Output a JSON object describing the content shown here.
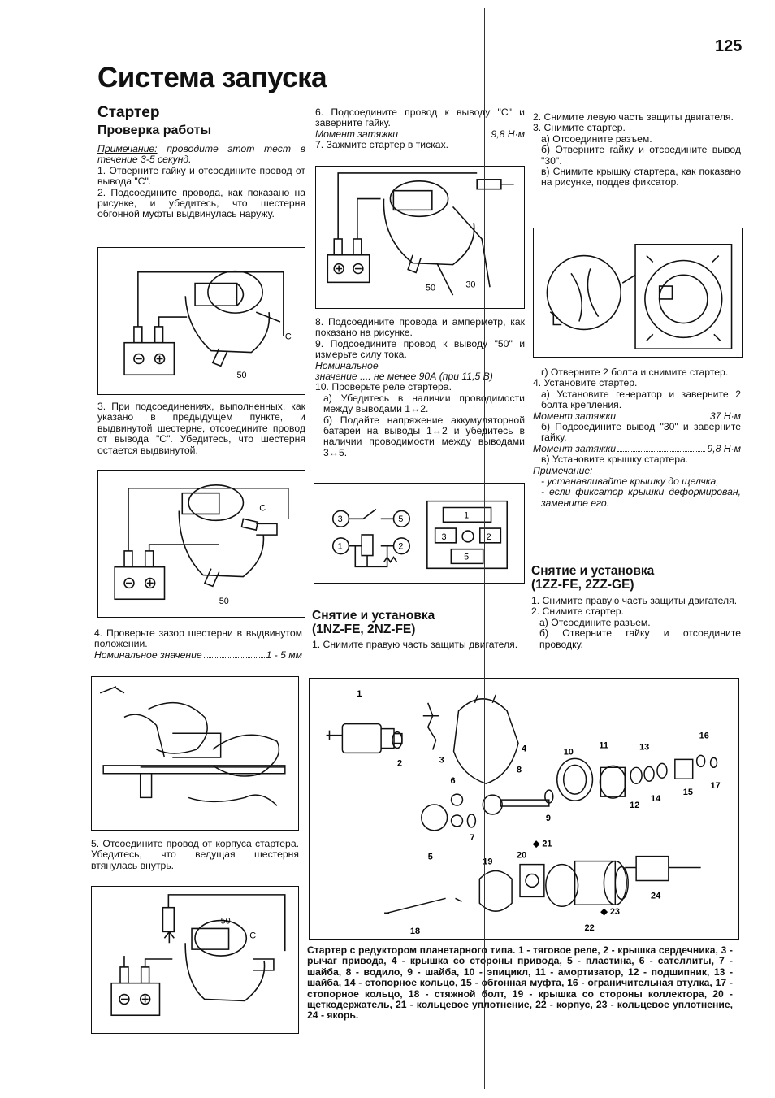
{
  "page": {
    "number": "125",
    "title": "Система запуска"
  },
  "col1": {
    "section": "Стартер",
    "subsection": "Проверка работы",
    "note_label": "Примечание:",
    "note_text": " проводите этот тест в течение 3-5 секунд.",
    "step1": "1. Отверните гайку и отсоедините провод от вывода \"С\".",
    "step2": "2. Подсоедините провода, как показано на рисунке, и убедитесь, что шестерня обгонной муфты выдвинулась наружу.",
    "fig1_labels": [
      "C",
      "50"
    ],
    "step3": "3. При подсоединениях, выполненных, как указано в предыдущем пункте, и выдвинутой шестерне, отсоедините провод от вывода \"С\". Убедитесь, что шестерня остается выдвинутой.",
    "fig2_labels": [
      "C",
      "50"
    ],
    "step4": "4. Проверьте зазор шестерни в выдвинутом положении.",
    "nominal_label": "Номинальное значение",
    "nominal_value": "1 - 5 мм",
    "step5": "5. Отсоедините провод от корпуса стартера. Убедитесь, что ведущая шестерня втянулась внутрь.",
    "fig4_labels": [
      "50",
      "C"
    ]
  },
  "col2": {
    "step6": "6. Подсоедините провод к выводу \"С\" и заверните гайку.",
    "torque1_label": "Момент затяжки",
    "torque1_value": "9,8 Н·м",
    "step7": "7. Зажмите стартер в тисках.",
    "fig5_labels": [
      "50",
      "30"
    ],
    "step8": "8. Подсоедините провода и амперметр, как показано на рисунке.",
    "step9": "9. Подсоедините провод к выводу \"50\" и измерьте силу тока.",
    "nominal2_label": "Номинальное",
    "nominal2_label2": "значение",
    "nominal2_value": " .... не менее 90А (при 11,5 В)",
    "step10": "10. Проверьте реле стартера.",
    "step10a": "а) Убедитесь в наличии проводимости между выводами 1↔2.",
    "step10b": "б) Подайте напряжение аккумуляторной батареи на выводы 1↔2 и убедитесь в наличии проводимости между выводами 3↔5.",
    "relay_labels": [
      "3",
      "5",
      "1",
      "2",
      "1",
      "3",
      "2",
      "5"
    ],
    "section2_line1": "Снятие и установка",
    "section2_line2": "(1NZ-FE, 2NZ-FE)",
    "s2_step1": "1. Снимите правую часть защиты двигателя."
  },
  "col3": {
    "step2": "2. Снимите левую часть защиты двигателя.",
    "step3": "3. Снимите стартер.",
    "step3a": "а) Отсоедините разъем.",
    "step3b": "б) Отверните гайку и отсоедините вывод \"30\".",
    "step3c": "в) Снимите крышку стартера, как показано на рисунке, поддев фиксатор.",
    "step3g": "г) Отверните 2 болта и снимите стартер.",
    "step4": "4. Установите стартер.",
    "step4a": "а) Установите генератор и заверните 2 болта крепления.",
    "torque2_label": "Момент затяжки",
    "torque2_value": "37 Н·м",
    "step4b": "б) Подсоедините вывод \"30\" и заверните гайку.",
    "torque3_label": "Момент затяжки",
    "torque3_value": "9,8 Н·м",
    "step4c": "в) Установите крышку стартера.",
    "note_label": "Примечание:",
    "note1": "- устанавливайте крышку до щелчка,",
    "note2": "- если фиксатор крышки деформирован, замените его.",
    "section3_line1": "Снятие и установка",
    "section3_line2": "(1ZZ-FE, 2ZZ-GE)",
    "s3_step1": "1. Снимите правую часть защиты двигателя.",
    "s3_step2": "2. Снимите стартер.",
    "s3_step2a": "а) Отсоедините разъем.",
    "s3_step2b": "б) Отверните гайку и отсоедините проводку."
  },
  "exploded": {
    "labels": [
      "1",
      "2",
      "3",
      "4",
      "5",
      "6",
      "7",
      "8",
      "9",
      "10",
      "11",
      "12",
      "13",
      "14",
      "15",
      "16",
      "17",
      "18",
      "19",
      "20",
      "◆ 21",
      "22",
      "◆ 23",
      "24"
    ],
    "caption": "Стартер с редуктором планетарного типа. 1 - тяговое реле, 2 - крышка сердечника, 3 - рычаг привода, 4 - крышка со стороны привода, 5 - пластина, 6 - сателлиты, 7 - шайба, 8 - водило, 9 - шайба, 10 - эпицикл, 11 - амортизатор, 12 - подшипник, 13 - шайба, 14 - стопорное кольцо, 15 - обгонная муфта, 16 - ограничительная втулка, 17 - стопорное кольцо, 18 - стяжной болт, 19 - крышка со стороны коллектора, 20 - щеткодержатель, 21 - кольцевое уплотнение, 22 - корпус, 23 - кольцевое уплотнение, 24 - якорь."
  }
}
